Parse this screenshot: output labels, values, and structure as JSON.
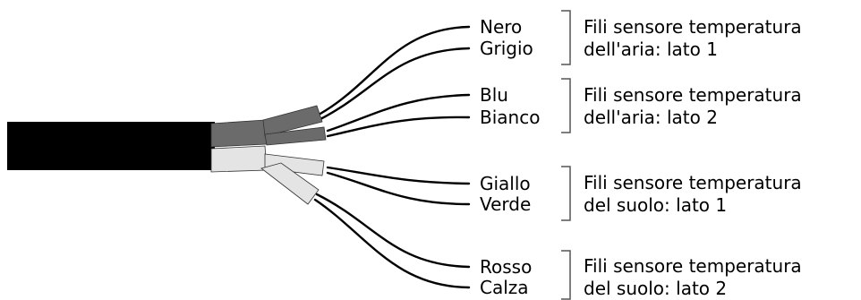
{
  "groups": [
    {
      "wires": [
        "Nero",
        "Grigio"
      ],
      "description": [
        "Fili sensore temperatura",
        "dell'aria: lato 1"
      ]
    },
    {
      "wires": [
        "Blu",
        "Bianco"
      ],
      "description": [
        "Fili sensore temperatura",
        "dell'aria: lato 2"
      ]
    },
    {
      "wires": [
        "Giallo",
        "Verde"
      ],
      "description": [
        "Fili sensore temperatura",
        "del suolo: lato 1"
      ]
    },
    {
      "wires": [
        "Rosso",
        "Calza"
      ],
      "description": [
        "Fili sensore temperatura",
        "del suolo: lato 2"
      ]
    }
  ],
  "colors": {
    "cable_jacket": "#000000",
    "dark_sleeve": "#6b6b6b",
    "light_sleeve": "#e4e4e4",
    "wire": "#000000",
    "bracket": "#555555"
  }
}
